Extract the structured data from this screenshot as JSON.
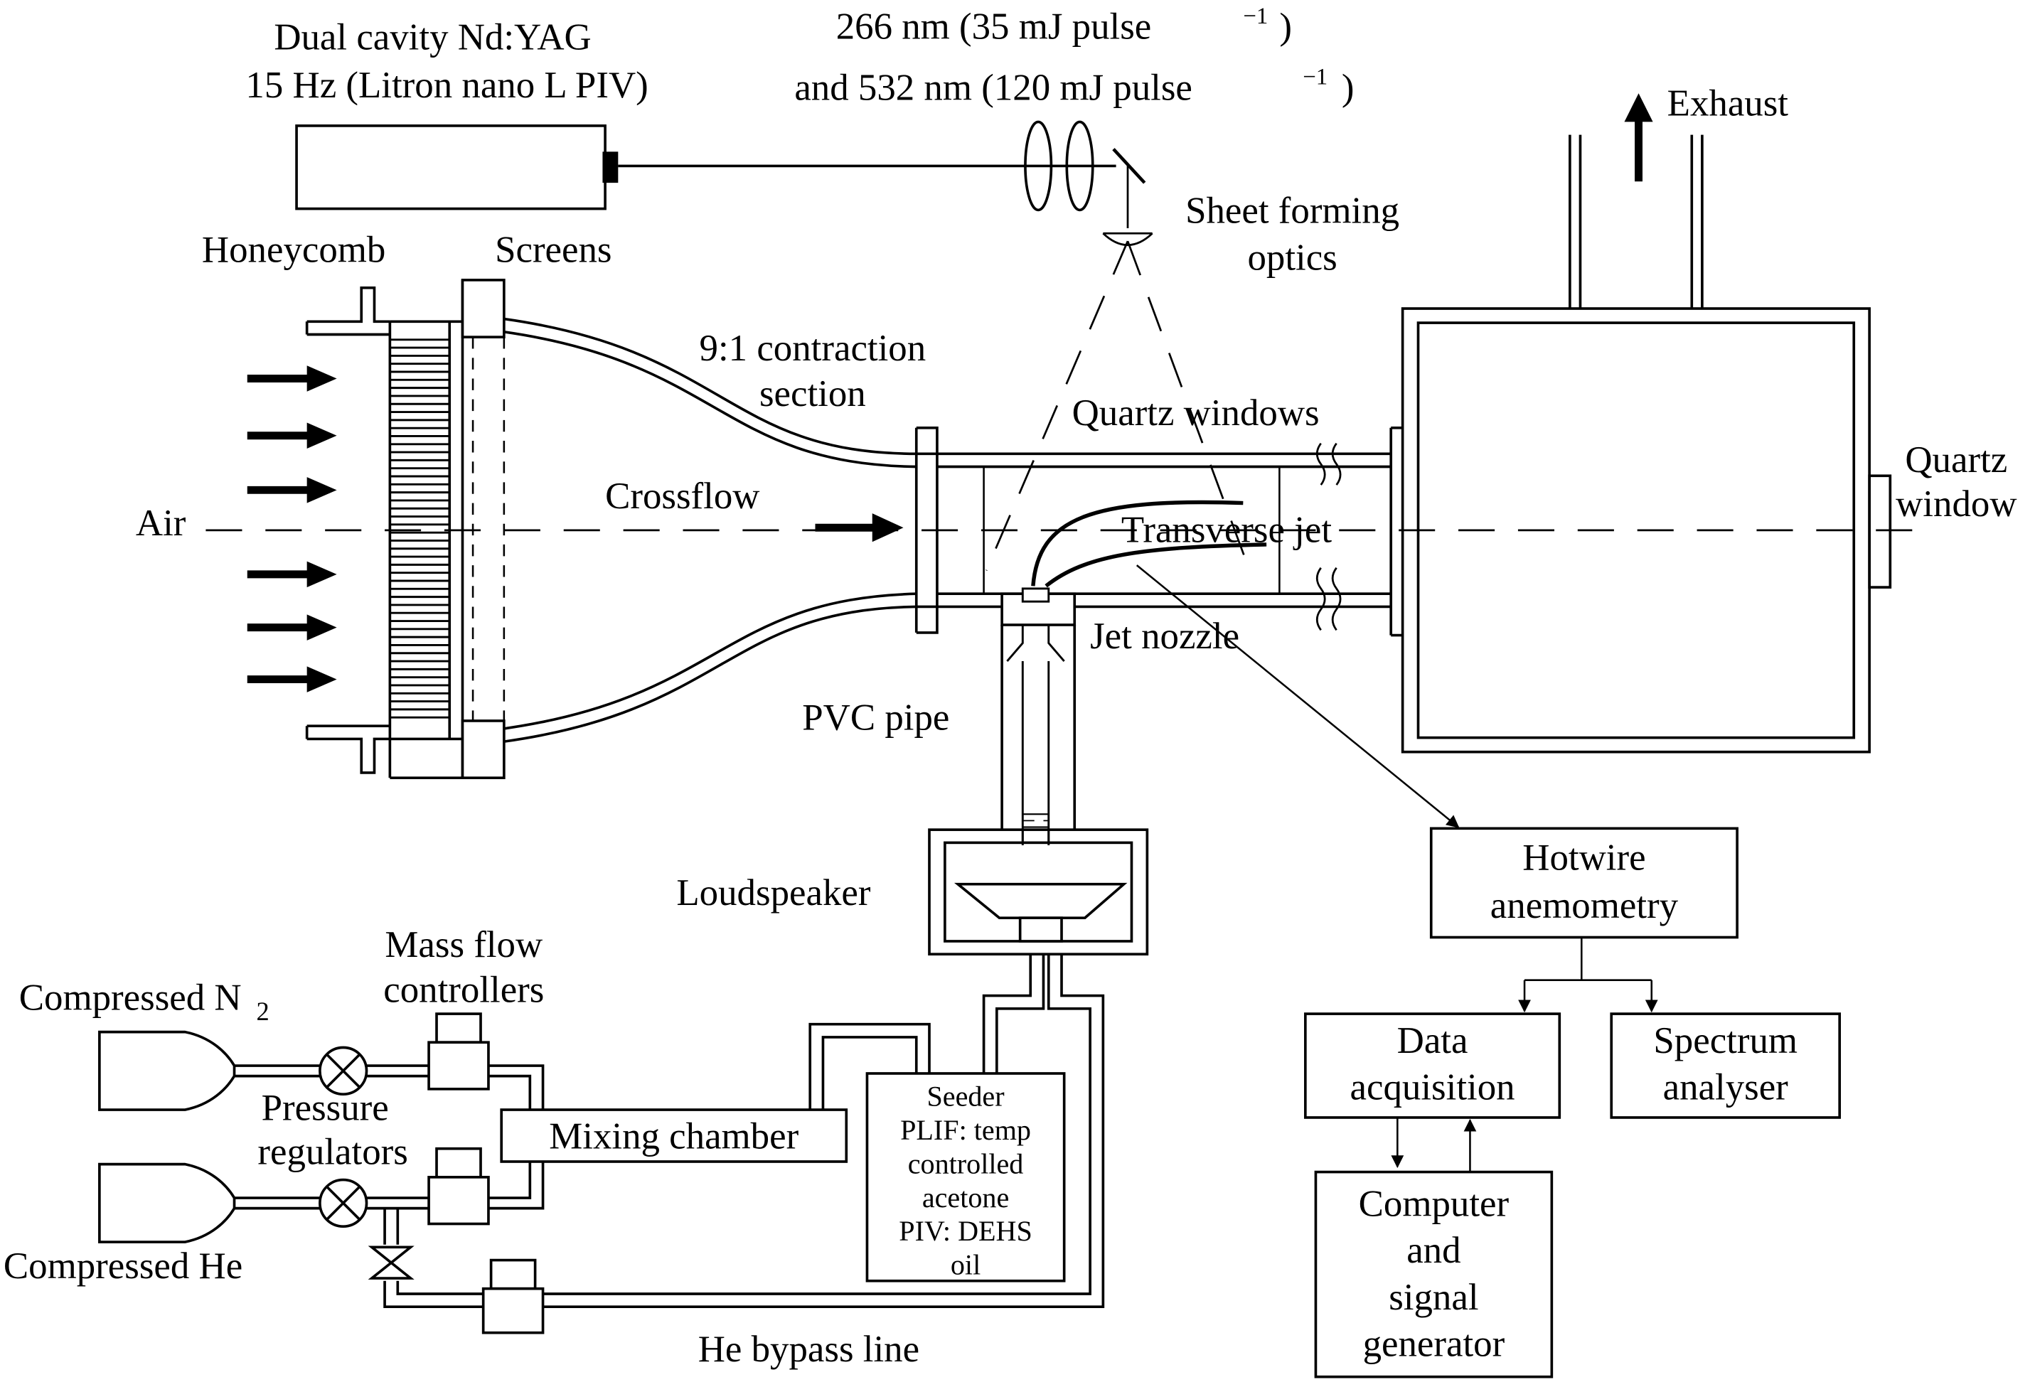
{
  "labels": {
    "laser_line1": "Dual cavity Nd:YAG",
    "laser_line2": "15 Hz (Litron nano L PIV)",
    "wave_line1": "266 nm (35 mJ pulse",
    "wave_line2": "and 532 nm (120 mJ pulse",
    "sup": "−1",
    "close_paren": ")",
    "exhaust": "Exhaust",
    "sheet_line1": "Sheet forming",
    "sheet_line2": "optics",
    "honeycomb": "Honeycomb",
    "screens": "Screens",
    "contraction_line1": "9:1 contraction",
    "contraction_line2": "section",
    "quartz_windows": "Quartz windows",
    "quartz_window_line1": "Quartz",
    "quartz_window_line2": "window",
    "crossflow": "Crossflow",
    "air": "Air",
    "transverse_jet": "Transverse jet",
    "jet_nozzle": "Jet nozzle",
    "pvc_pipe": "PVC pipe",
    "loudspeaker": "Loudspeaker",
    "hotwire_line1": "Hotwire",
    "hotwire_line2": "anemometry",
    "data_line1": "Data",
    "data_line2": "acquisition",
    "spectrum_line1": "Spectrum",
    "spectrum_line2": "analyser",
    "computer_line1": "Computer",
    "computer_line2": "and",
    "computer_line3": "signal",
    "computer_line4": "generator",
    "mass_flow_line1": "Mass flow",
    "mass_flow_line2": "controllers",
    "n2_prefix": "Compressed N",
    "n2_sub": "2",
    "pressure_line1": "Pressure",
    "pressure_line2": "regulators",
    "mixing_chamber": "Mixing chamber",
    "seeder_line1": "Seeder",
    "seeder_line2": "PLIF: temp",
    "seeder_line3": "controlled",
    "seeder_line4": "acetone",
    "seeder_line5": "PIV: DEHS",
    "seeder_line6": "oil",
    "compressed_he": "Compressed He",
    "bypass": "He bypass line"
  }
}
